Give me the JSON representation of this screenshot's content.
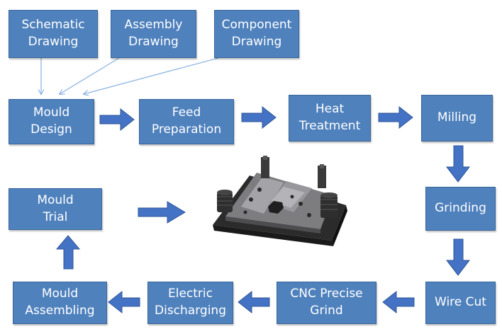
{
  "colors": {
    "box_fill": "#4f81bd",
    "arrow_fill": "#4472c4",
    "connector": "#8eb4e3"
  },
  "boxes": {
    "schematic_drawing": "Schematic\nDrawing",
    "assembly_drawing": "Assembly\nDrawing",
    "component_drawing": "Component\nDrawing",
    "mould_design": "Mould\nDesign",
    "feed_preparation": "Feed\nPreparation",
    "heat_treatment": "Heat\nTreatment",
    "milling": "Milling",
    "grinding": "Grinding",
    "wire_cut": "Wire Cut",
    "cnc_precise_grind": "CNC Precise\nGrind",
    "electric_discharging": "Electric\nDischarging",
    "mould_assembling": "Mould\nAssembling",
    "mould_trial": "Mould\nTrial"
  },
  "image": {
    "name": "mould-die-set"
  }
}
